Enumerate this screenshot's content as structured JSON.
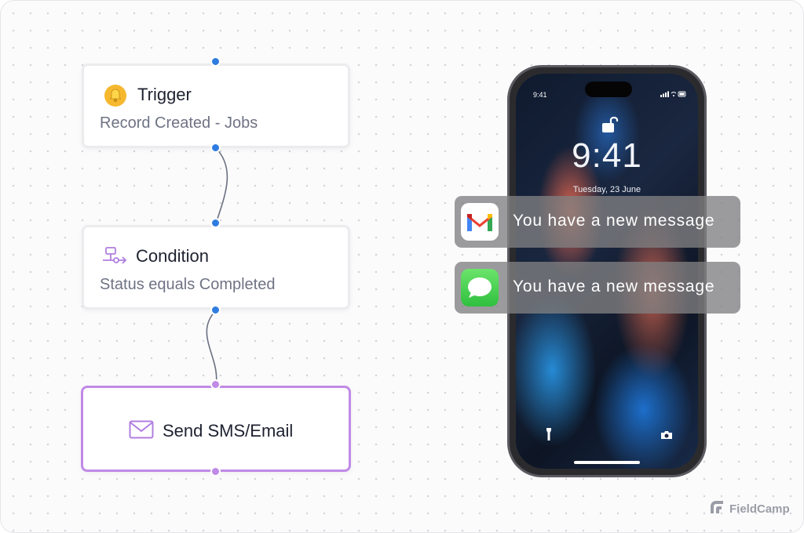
{
  "workflow": {
    "trigger": {
      "title": "Trigger",
      "subtitle": "Record Created - Jobs",
      "icon": "bell-icon"
    },
    "condition": {
      "title": "Condition",
      "subtitle": "Status equals Completed",
      "icon": "branch-icon"
    },
    "action": {
      "title": "Send SMS/Email",
      "icon": "mail-icon"
    }
  },
  "phone": {
    "status_time": "9:41",
    "clock": "9:41",
    "date": "Tuesday, 23 June"
  },
  "notifications": [
    {
      "app": "gmail-icon",
      "text": "You have a new message"
    },
    {
      "app": "messages-icon",
      "text": "You have a new message"
    }
  ],
  "brand": {
    "name": "FieldCamp"
  },
  "colors": {
    "blue_port": "#2f7de1",
    "purple_accent": "#c08ae6",
    "trigger_icon": "#f5b82e",
    "condition_icon": "#b07fe0"
  }
}
